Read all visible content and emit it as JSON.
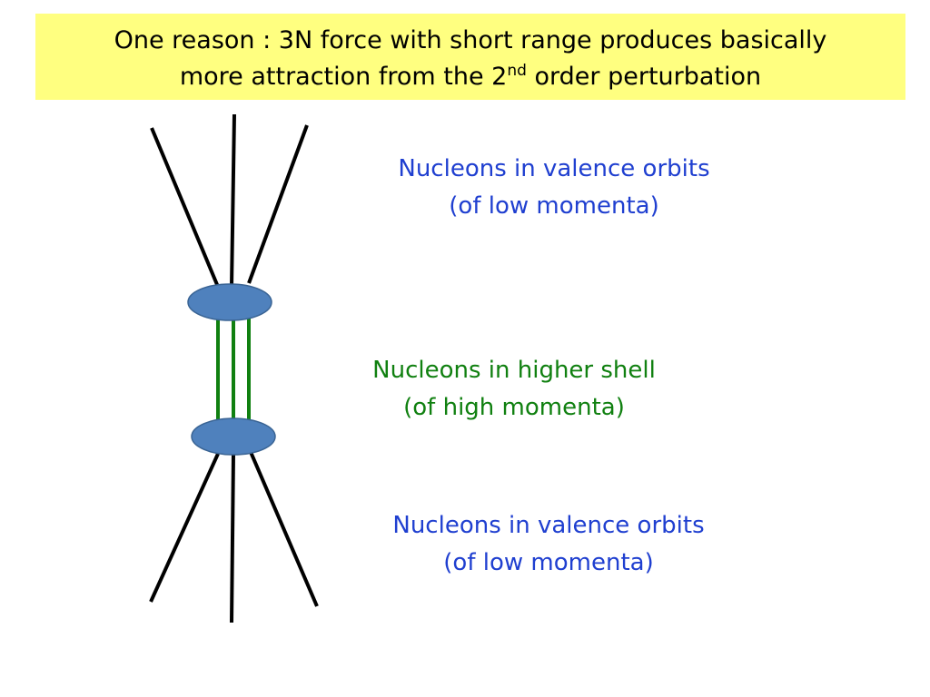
{
  "title": {
    "line1": "One reason : 3N force with short range produces basically",
    "line2_prefix": "more attraction from the 2",
    "line2_sup": "nd",
    "line2_suffix": " order perturbation"
  },
  "labels": {
    "top": {
      "line1": "Nucleons in valence orbits",
      "line2": "(of low momenta)"
    },
    "middle": {
      "line1": "Nucleons in higher shell",
      "line2": "(of high momenta)"
    },
    "bottom": {
      "line1": "Nucleons in valence orbits",
      "line2": "(of low momenta)"
    }
  },
  "colors": {
    "title_background": "#ffff80",
    "blue_text": "#1f3fd0",
    "green_text": "#108010",
    "vertex_fill": "#4f81bd",
    "vertex_stroke": "#3a6494",
    "intermediate_lines": "#108010",
    "external_lines": "#000000"
  }
}
